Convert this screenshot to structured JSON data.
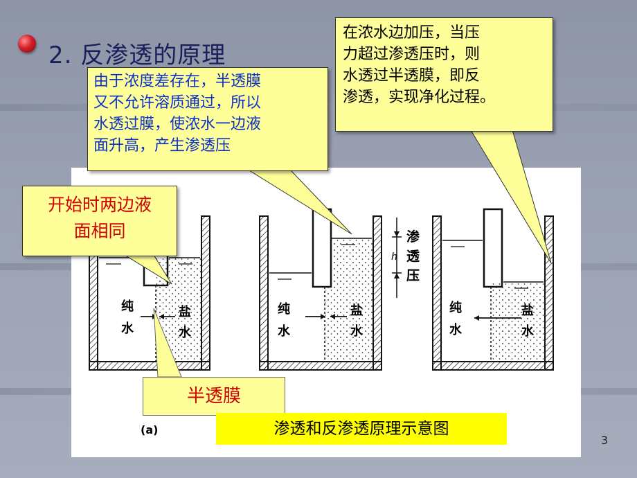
{
  "slide": {
    "title": "2. 反渗透的原理",
    "page_number": "3"
  },
  "callouts": {
    "membrane_text": [
      "由于浓度差存在，半透膜",
      "又不允许溶质通过，所以",
      "水透过膜，使浓水一边液",
      "面升高，产生渗透压"
    ],
    "pressure": [
      "在浓水边加压，当压",
      "力超过渗透压时，则",
      "水透过半透膜，即反",
      "渗透，实现净化过程。"
    ],
    "start": [
      "开始时两边液",
      "面相同"
    ],
    "semipermeable": "半透膜"
  },
  "diagram": {
    "caption": "渗透和反渗透原理示意图",
    "panel_label": "(a)",
    "pure_water": [
      "纯",
      "水"
    ],
    "salt_water": [
      "盐",
      "水"
    ],
    "osmotic_pressure": [
      "渗",
      "透",
      "压"
    ],
    "height_symbol": "h"
  },
  "colors": {
    "callout_fill": "#ffff99",
    "caption_fill": "#ffff00",
    "callout_blue_text": "#0b2fc7",
    "callout_red_text": "#d00000",
    "title_text": "#1a1f5c"
  }
}
